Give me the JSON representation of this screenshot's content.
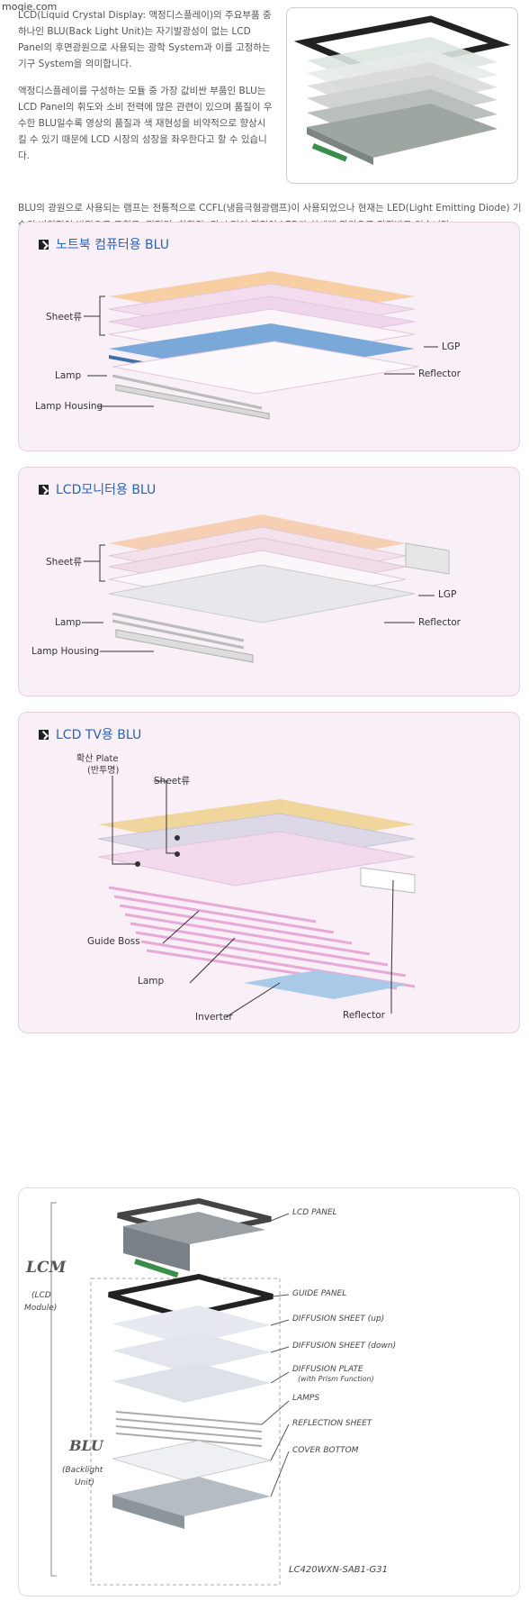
{
  "watermark": "moqie.com",
  "intro": {
    "p1": "LCD(Liquid Crystal Display: 액정디스플레이)의 주요부품 중 하나인 BLU(Back Light Unit)는 자기발광성이 없는 LCD Panel의 후면광원으로 사용되는 광학 System과 이를 고정하는 기구 System을 의미합니다.",
    "p2": "액정디스플레이를 구성하는 모듈 중 가장 값비싼 부품인 BLU는 LCD Panel의 휘도와 소비 전력에 많은 관련이 있으며 품질이 우수한 BLU일수록 영상의 품질과 색 재현성을 비약적으로 향상시킬 수 있기 때문에 LCD 시장의 성장을 좌우한다고 할 수 있습니다."
  },
  "summary": "BLU의 광원으로 사용되는 램프는 전통적으로 CCFL(냉음극형광램프)이 사용되었으나 현재는 LED(Light Emitting Diode) 기술의 비약적인 발전으로 고휘도, 저전력, 친환경, 긴 수명이 장점인 LED가 차세대 광원으로 각광받고 있습니다.",
  "panels": {
    "notebook": {
      "title": "노트북 컴퓨터용 BLU",
      "labels": {
        "sheet": "Sheet류",
        "lgp": "LGP",
        "lamp": "Lamp",
        "reflector": "Reflector",
        "housing": "Lamp Housing"
      }
    },
    "monitor": {
      "title": "LCD모니터용 BLU",
      "labels": {
        "sheet": "Sheet류",
        "lgp": "LGP",
        "lamp": "Lamp",
        "reflector": "Reflector",
        "housing": "Lamp Housing"
      }
    },
    "tv": {
      "title": "LCD TV용 BLU",
      "labels": {
        "plate1": "확산 Plate",
        "plate2": "(반투명)",
        "sheet": "Sheet류",
        "boss": "Guide Boss",
        "lamp": "Lamp",
        "inverter": "Inverter",
        "reflector": "Reflector"
      }
    },
    "module": {
      "lcm": "LCM",
      "lcm_sub1": "(LCD",
      "lcm_sub2": "Module)",
      "blu": "BLU",
      "blu_sub1": "(Backlight",
      "blu_sub2": "Unit)",
      "labels": [
        "LCD PANEL",
        "GUIDE PANEL",
        "DIFFUSION SHEET (up)",
        "DIFFUSION SHEET (down)",
        "DIFFUSION PLATE",
        "(with Prism Function)",
        "LAMPS",
        "REFLECTION SHEET",
        "COVER BOTTOM"
      ],
      "model": "LC420WXN-SAB1-G31"
    }
  },
  "colors": {
    "title_blue": "#2a62b6",
    "panel_pink": "#f9eff6",
    "sheet_orange": "#f6cfa4",
    "lgp_blue": "#7aa8d8"
  }
}
